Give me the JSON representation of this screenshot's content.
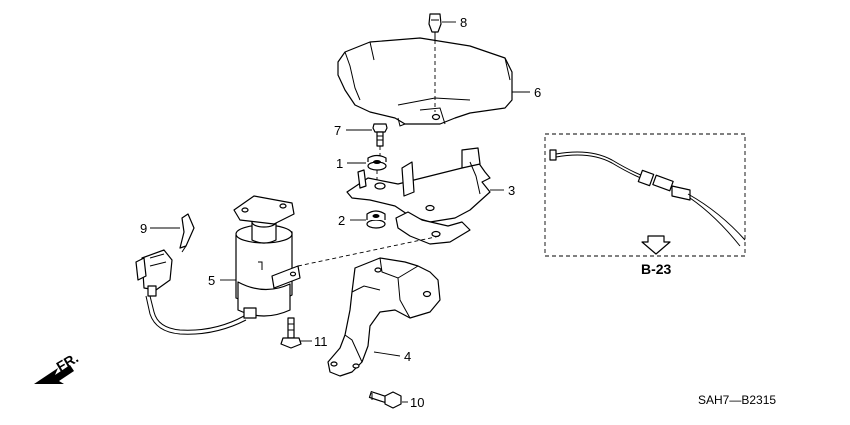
{
  "callouts": [
    {
      "id": "1",
      "text": "1"
    },
    {
      "id": "2",
      "text": "2"
    },
    {
      "id": "3",
      "text": "3"
    },
    {
      "id": "4",
      "text": "4"
    },
    {
      "id": "5",
      "text": "5"
    },
    {
      "id": "6",
      "text": "6"
    },
    {
      "id": "7",
      "text": "7"
    },
    {
      "id": "8",
      "text": "8"
    },
    {
      "id": "9",
      "text": "9"
    },
    {
      "id": "10",
      "text": "10"
    },
    {
      "id": "11",
      "text": "11"
    }
  ],
  "reference": {
    "text": "B-23"
  },
  "direction": {
    "text": "FR."
  },
  "diagram_code": {
    "text": "SAH7—B2315"
  }
}
